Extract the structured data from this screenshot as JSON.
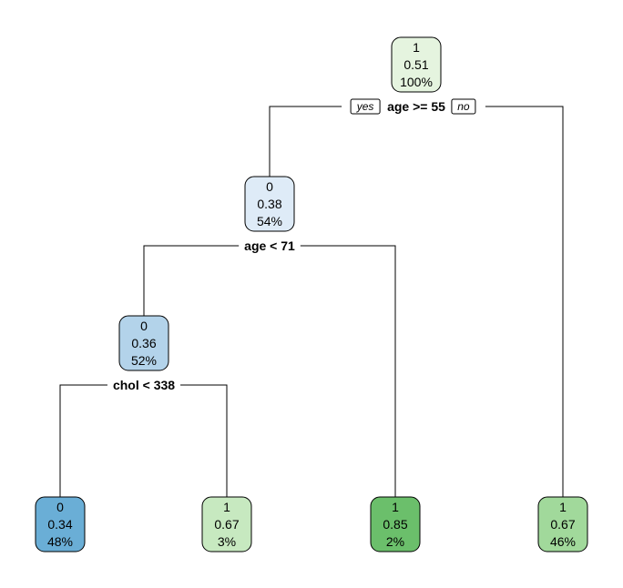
{
  "tree": {
    "branch_labels": {
      "yes": "yes",
      "no": "no"
    },
    "nodes": [
      {
        "id": "root",
        "class_label": "1",
        "prob": "0.51",
        "pct": "100%",
        "color": "#e5f4df"
      },
      {
        "id": "n2",
        "class_label": "0",
        "prob": "0.38",
        "pct": "54%",
        "color": "#deebf7"
      },
      {
        "id": "n4",
        "class_label": "0",
        "prob": "0.36",
        "pct": "52%",
        "color": "#b3d3ea"
      },
      {
        "id": "leaf1",
        "class_label": "0",
        "prob": "0.34",
        "pct": "48%",
        "color": "#6aaed6"
      },
      {
        "id": "leaf2",
        "class_label": "1",
        "prob": "0.67",
        "pct": "3%",
        "color": "#c7e9c0"
      },
      {
        "id": "leaf3",
        "class_label": "1",
        "prob": "0.85",
        "pct": "2%",
        "color": "#6bbf6b"
      },
      {
        "id": "leaf4",
        "class_label": "1",
        "prob": "0.67",
        "pct": "46%",
        "color": "#a1d99b"
      }
    ],
    "splits": [
      {
        "id": "s-root",
        "label": "age >= 55"
      },
      {
        "id": "s-n2",
        "label": "age < 71"
      },
      {
        "id": "s-n4",
        "label": "chol < 338"
      }
    ]
  }
}
